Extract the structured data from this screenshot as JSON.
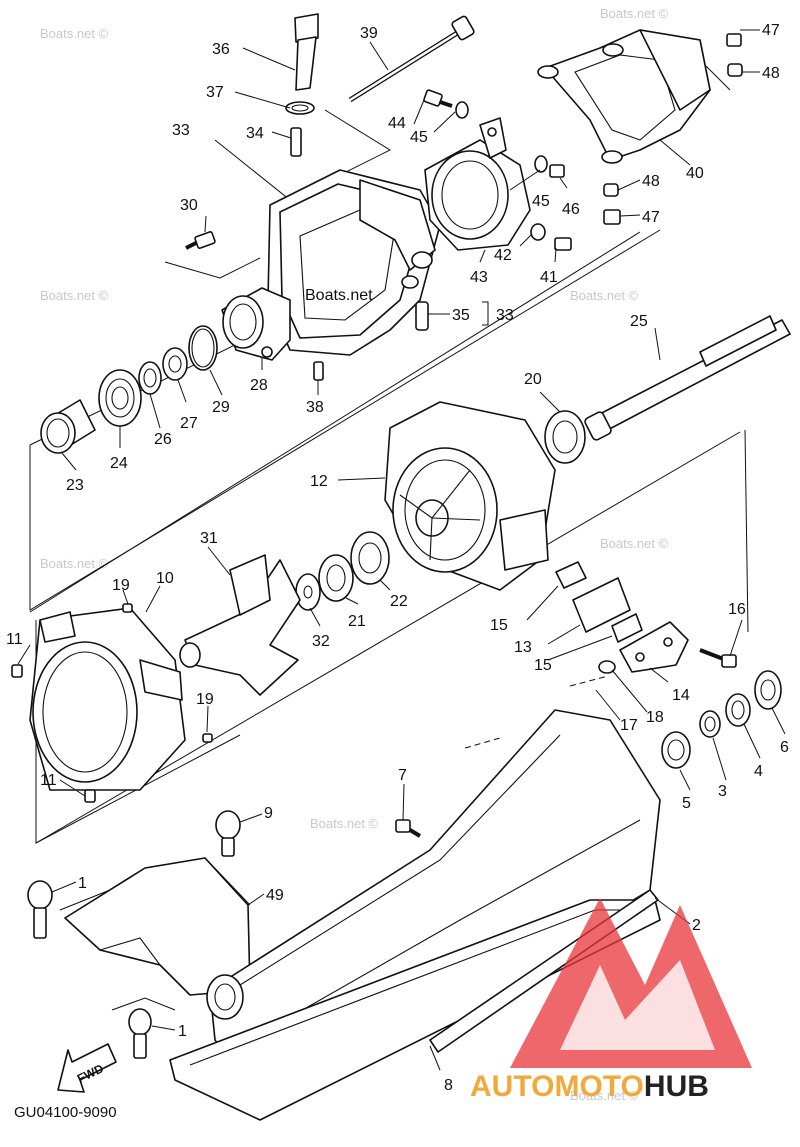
{
  "diagram": {
    "labels": [
      {
        "id": "1a",
        "text": "1"
      },
      {
        "id": "1b",
        "text": "1"
      },
      {
        "id": "2",
        "text": "2"
      },
      {
        "id": "3",
        "text": "3"
      },
      {
        "id": "4",
        "text": "4"
      },
      {
        "id": "5",
        "text": "5"
      },
      {
        "id": "6",
        "text": "6"
      },
      {
        "id": "7",
        "text": "7"
      },
      {
        "id": "8",
        "text": "8"
      },
      {
        "id": "9",
        "text": "9"
      },
      {
        "id": "10",
        "text": "10"
      },
      {
        "id": "11a",
        "text": "11"
      },
      {
        "id": "11b",
        "text": "11"
      },
      {
        "id": "12",
        "text": "12"
      },
      {
        "id": "13",
        "text": "13"
      },
      {
        "id": "14",
        "text": "14"
      },
      {
        "id": "15a",
        "text": "15"
      },
      {
        "id": "15b",
        "text": "15"
      },
      {
        "id": "16",
        "text": "16"
      },
      {
        "id": "17",
        "text": "17"
      },
      {
        "id": "18",
        "text": "18"
      },
      {
        "id": "19a",
        "text": "19"
      },
      {
        "id": "19b",
        "text": "19"
      },
      {
        "id": "20",
        "text": "20"
      },
      {
        "id": "21",
        "text": "21"
      },
      {
        "id": "22",
        "text": "22"
      },
      {
        "id": "23",
        "text": "23"
      },
      {
        "id": "24",
        "text": "24"
      },
      {
        "id": "25",
        "text": "25"
      },
      {
        "id": "26",
        "text": "26"
      },
      {
        "id": "27",
        "text": "27"
      },
      {
        "id": "28",
        "text": "28"
      },
      {
        "id": "29",
        "text": "29"
      },
      {
        "id": "30",
        "text": "30"
      },
      {
        "id": "31",
        "text": "31"
      },
      {
        "id": "32",
        "text": "32"
      },
      {
        "id": "33a",
        "text": "33"
      },
      {
        "id": "33b",
        "text": "33"
      },
      {
        "id": "34",
        "text": "34"
      },
      {
        "id": "35",
        "text": "35"
      },
      {
        "id": "36",
        "text": "36"
      },
      {
        "id": "37",
        "text": "37"
      },
      {
        "id": "38",
        "text": "38"
      },
      {
        "id": "39",
        "text": "39"
      },
      {
        "id": "40",
        "text": "40"
      },
      {
        "id": "41",
        "text": "41"
      },
      {
        "id": "42",
        "text": "42"
      },
      {
        "id": "43",
        "text": "43"
      },
      {
        "id": "44",
        "text": "44"
      },
      {
        "id": "45a",
        "text": "45"
      },
      {
        "id": "45b",
        "text": "45"
      },
      {
        "id": "46",
        "text": "46"
      },
      {
        "id": "47a",
        "text": "47"
      },
      {
        "id": "47b",
        "text": "47"
      },
      {
        "id": "48a",
        "text": "48"
      },
      {
        "id": "48b",
        "text": "48"
      },
      {
        "id": "49",
        "text": "49"
      }
    ],
    "diagram_code": "GU04100-9090",
    "fwd_label": "FWD",
    "watermark_text": "Boats.net ©",
    "housing_text": "Boats.net"
  },
  "logo": {
    "part1": "AUTOMOTO",
    "part2": "HUB",
    "accent_color": "#e8343a",
    "orange_color": "#f2a93b"
  }
}
